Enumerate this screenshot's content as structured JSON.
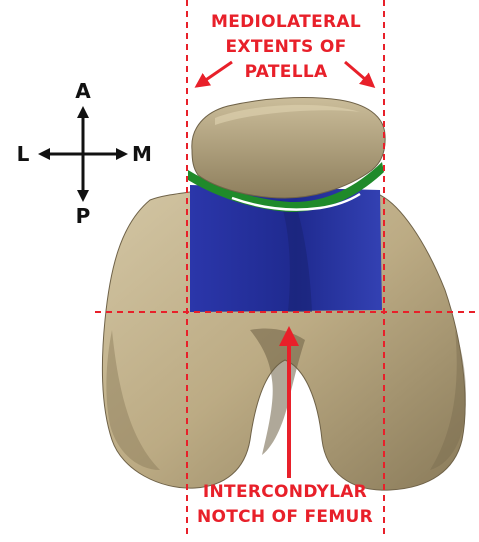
{
  "labels": {
    "mediolateral_line1": "MEDIOLATERAL",
    "mediolateral_line2": "EXTENTS OF",
    "mediolateral_line3": "PATELLA",
    "notch_line1": "INTERCONDYLAR",
    "notch_line2": "NOTCH OF FEMUR"
  },
  "compass": {
    "anterior": "A",
    "posterior": "P",
    "lateral": "L",
    "medial": "M"
  },
  "colors": {
    "annotation": "#e8202a",
    "bone": "#bfb08c",
    "contact_area": "#2a35a8",
    "cartilage_edge": "#1f8a2a",
    "compass": "#111111"
  }
}
